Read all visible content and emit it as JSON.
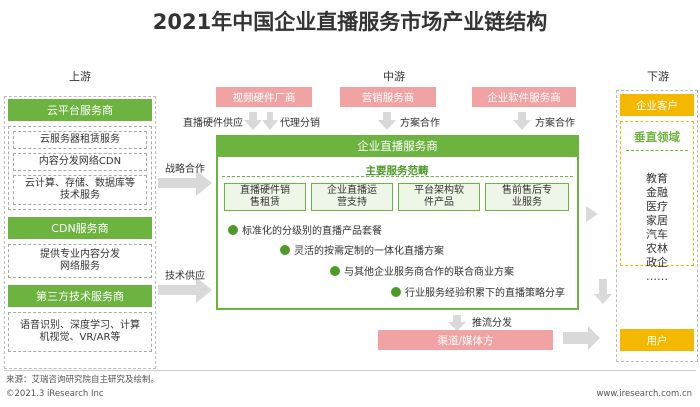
{
  "title": "2021年中国企业直播服务市场产业链结构",
  "columns": {
    "upstream": "上游",
    "midstream": "中游",
    "downstream": "下游"
  },
  "upstream": {
    "cloud": {
      "header": "云平台服务商",
      "items": [
        "云服务器租赁服务",
        "内容分发网络CDN",
        "云计算、存储、数据库等技术服务"
      ]
    },
    "cdn": {
      "header": "CDN服务商",
      "items": [
        "提供专业内容分发网络服务"
      ]
    },
    "third": {
      "header": "第三方技术服务商",
      "items": [
        "语音识别、深度学习、计算机视觉、VR/AR等"
      ]
    }
  },
  "top_suppliers": [
    {
      "label": "视频硬件厂商",
      "arrow_label": "直播硬件供应"
    },
    {
      "label": "营销服务商",
      "arrow_label": "方案合作"
    },
    {
      "label": "企业软件服务商",
      "arrow_label": "方案合作"
    }
  ],
  "extra_label_distribution": "代理分销",
  "left_labels": {
    "strategic": "战略合作",
    "tech_supply": "技术供应"
  },
  "center": {
    "header": "企业直播服务商",
    "scope_title": "主要服务范畴",
    "services": [
      "直播硬件销售租赁",
      "企业直播运营支持",
      "平台架构软件产品",
      "售前售后专业服务"
    ],
    "bullets": [
      "标准化的分级别的直播产品套餐",
      "灵活的按需定制的一体化直播方案",
      "与其他企业服务商合作的联合商业方案",
      "行业服务经验积累下的直播策略分享"
    ]
  },
  "promotion_label": "推流分发",
  "channel": "渠道/媒体方",
  "downstream": {
    "enterprise_customer": "企业客户",
    "vertical": "垂直领域",
    "sectors": [
      "教育",
      "金融",
      "医疗",
      "家居",
      "汽车",
      "农林",
      "政企",
      "……"
    ],
    "user": "用户"
  },
  "footer": {
    "source": "来源：艾瑞咨询研究院自主研究及绘制。",
    "copyright": "©2021.3 iResearch Inc",
    "website": "www.iresearch.com.cn"
  },
  "colors": {
    "green": "#6cb33f",
    "pink": "#f1a3a3",
    "yellow": "#f5b800",
    "arrow": "#d9d9d9"
  }
}
